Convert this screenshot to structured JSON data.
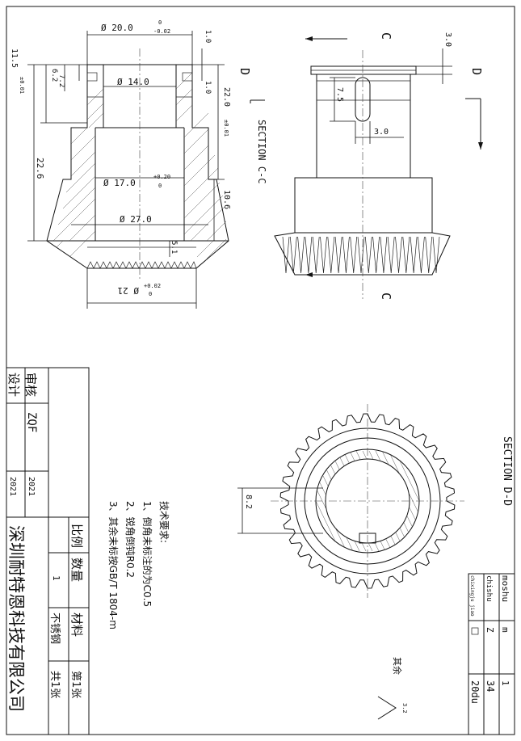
{
  "sections": {
    "cc_label": "SECTION C-C",
    "dd_label": "SECTION D-D",
    "c_top": "C",
    "c_bottom": "C",
    "d_left": "D",
    "d_right": "D"
  },
  "dimensions": {
    "d_outer": "Ø 20.0",
    "d_outer_tol_up": "0",
    "d_outer_tol_low": "-0.02",
    "d_bore": "Ø 14.0",
    "d_mid": "Ø 17.0",
    "d_mid_tol_up": "+0.20",
    "d_mid_tol_low": "0",
    "d_hub": "Ø 27.0",
    "d_tooth": "Ø 21",
    "d_tooth_tol_up": "+0.02",
    "d_tooth_tol_low": "0",
    "len_total": "22.6",
    "len_shaft": "22.0",
    "len_shaft_tol": "±0.01",
    "len_groove": "11.5",
    "len_groove_tol": "±0.01",
    "dim_62": "6.2",
    "dim_72": "7.2",
    "dim_10a": "1.0",
    "dim_10b": "1.0",
    "dim_106": "10.6",
    "dim_51": "5.1",
    "dim_30a": "3.0",
    "dim_30b": "3.0",
    "dim_75": "7.5",
    "dim_82": "8.2"
  },
  "notes": {
    "title": "技术要求:",
    "n1": "1、倒角未标注的为C0.5",
    "n2": "2、锐角倒钝R0.2",
    "n3": "3、其余未标按GB/T 1804-m"
  },
  "surface": {
    "label": "其余",
    "roughness": "3.2"
  },
  "gear_table": {
    "r1_label": "moshu",
    "r1_sym": "m",
    "r1_val": "1",
    "r2_label": "chishu",
    "r2_sym": "Z",
    "r2_val": "34",
    "r3_label": "chixingju\njiao",
    "r3_val": "20du"
  },
  "title_block": {
    "design_label": "设计",
    "review_label": "审核",
    "designer": "ZQF",
    "year1": "2021",
    "year2": "2021",
    "scale_label": "比例",
    "qty_label": "数量",
    "material_label": "材料",
    "qty": "1",
    "material": "不锈钢",
    "sheet": "第1张",
    "total": "共1张",
    "company": "深圳耐特恩科技有限公司"
  }
}
